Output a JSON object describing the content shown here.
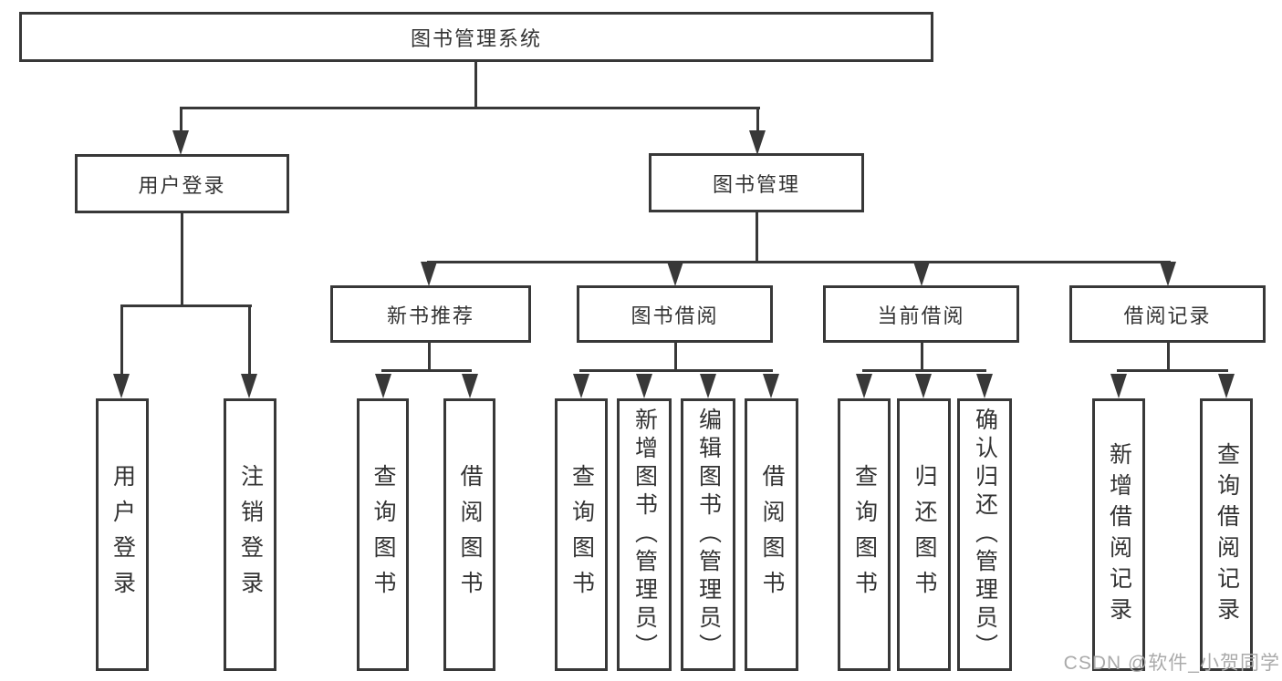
{
  "diagram": {
    "root": "图书管理系统",
    "branches": [
      {
        "label": "用户登录",
        "children": [
          "用户登录",
          "注销登录"
        ]
      },
      {
        "label": "图书管理",
        "children": [
          {
            "label": "新书推荐",
            "children": [
              "查询图书",
              "借阅图书"
            ]
          },
          {
            "label": "图书借阅",
            "children": [
              "查询图书",
              "新增图书（管理员）",
              "编辑图书（管理员）",
              "借阅图书"
            ]
          },
          {
            "label": "当前借阅",
            "children": [
              "查询图书",
              "归还图书",
              "确认归还（管理员）"
            ]
          },
          {
            "label": "借阅记录",
            "children": [
              "新增借阅记录",
              "查询借阅记录"
            ]
          }
        ]
      }
    ]
  },
  "watermark": "CSDN @软件_小贺同学",
  "colors": {
    "line": "#383838",
    "box_border": "#383838",
    "box_background": "#ffffff",
    "text": "#333333",
    "watermark": "#aaaaaa",
    "page_background": "#ffffff"
  }
}
